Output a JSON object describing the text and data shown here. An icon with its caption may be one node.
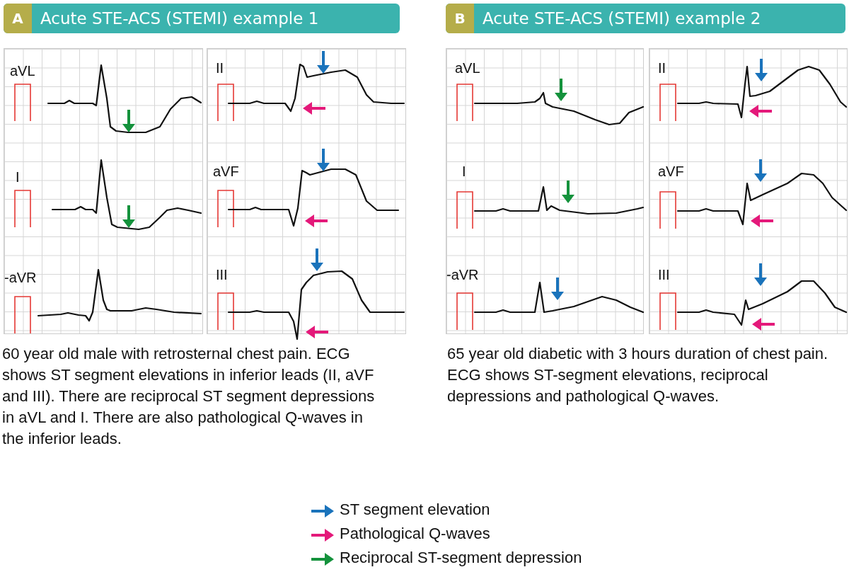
{
  "diagram": {
    "nodes": [
      {
        "text": [
          "A",
          "Acute STE-ACS (STEMI) example 1"
        ]
      },
      {
        "text": [
          "B",
          "Acute STE-ACS (STEMI) example 2"
        ]
      },
      {
        "text": [
          "aVL",
          "I",
          "-aVR"
        ]
      },
      {
        "text": [
          "II",
          "aVF",
          "III"
        ]
      },
      {
        "text": [
          "aVL",
          "I",
          "-aVR"
        ]
      },
      {
        "text": [
          "II",
          "aVF",
          "III"
        ]
      }
    ],
    "labels": [
      "60 year old male with retrosternal chest pain. ECG shows ST segment elevations in inferior leads (II, aVF and III). There are reciprocal ST segment depressions in aVL and I. There are also pathological Q-waves in the inferior leads.",
      "65 year old diabetic with 3 hours duration of chest pain. ECG shows ST-segment elevations, reciprocal depressions and pathological Q-waves."
    ],
    "legend": [
      {
        "text": "ST segment elevation",
        "color": "#1a73bb"
      },
      {
        "text": "Pathological Q-waves",
        "color": "#e4197a"
      },
      {
        "text": "Reciprocal ST-segment depression",
        "color": "#14923c"
      }
    ]
  }
}
